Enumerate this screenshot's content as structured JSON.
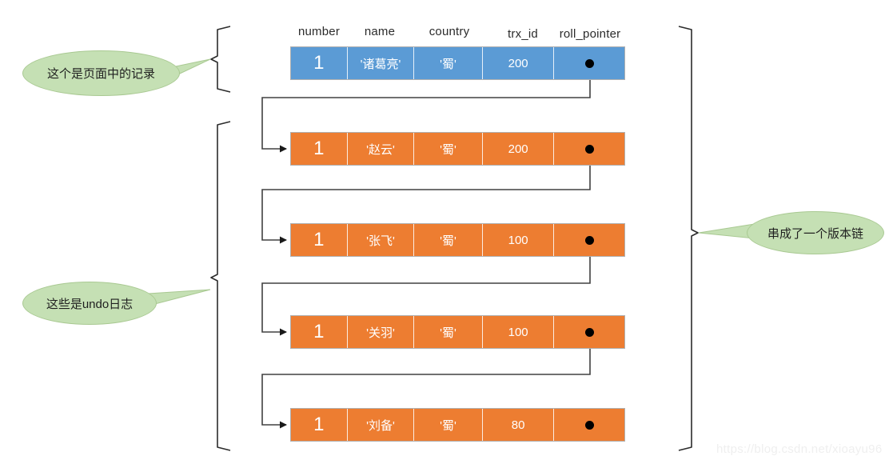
{
  "diagram": {
    "title_watermark": "https://blog.csdn.net/xioayu96",
    "columns": [
      {
        "key": "number",
        "label": "number"
      },
      {
        "key": "name",
        "label": "name"
      },
      {
        "key": "country",
        "label": "country"
      },
      {
        "key": "trx_id",
        "label": "trx_id"
      },
      {
        "key": "roll_pointer",
        "label": "roll_pointer"
      }
    ],
    "rows": [
      {
        "kind": "page-record",
        "color": "#5b9bd5",
        "number": "1",
        "name": "'诸葛亮'",
        "country": "'蜀'",
        "trx_id": "200",
        "roll_pointer": "pointer-dot"
      },
      {
        "kind": "undo-log",
        "color": "#ed7d31",
        "number": "1",
        "name": "'赵云'",
        "country": "'蜀'",
        "trx_id": "200",
        "roll_pointer": "pointer-dot"
      },
      {
        "kind": "undo-log",
        "color": "#ed7d31",
        "number": "1",
        "name": "'张飞'",
        "country": "'蜀'",
        "trx_id": "100",
        "roll_pointer": "pointer-dot"
      },
      {
        "kind": "undo-log",
        "color": "#ed7d31",
        "number": "1",
        "name": "'关羽'",
        "country": "'蜀'",
        "trx_id": "100",
        "roll_pointer": "pointer-dot"
      },
      {
        "kind": "undo-log",
        "color": "#ed7d31",
        "number": "1",
        "name": "'刘备'",
        "country": "'蜀'",
        "trx_id": "80",
        "roll_pointer": "pointer-dot"
      }
    ],
    "callouts": [
      {
        "id": "page-record-note",
        "text": "这个是页面中的记录",
        "side": "left"
      },
      {
        "id": "undo-log-note",
        "text": "这些是undo日志",
        "side": "left"
      },
      {
        "id": "version-chain-note",
        "text": "串成了一个版本链",
        "side": "right"
      }
    ],
    "colors": {
      "record_blue": "#5b9bd5",
      "undo_orange": "#ed7d31",
      "callout_green": "#c5e0b4",
      "callout_border": "#a9c992",
      "connector": "#404040",
      "bracket": "#2b2b2b"
    }
  }
}
